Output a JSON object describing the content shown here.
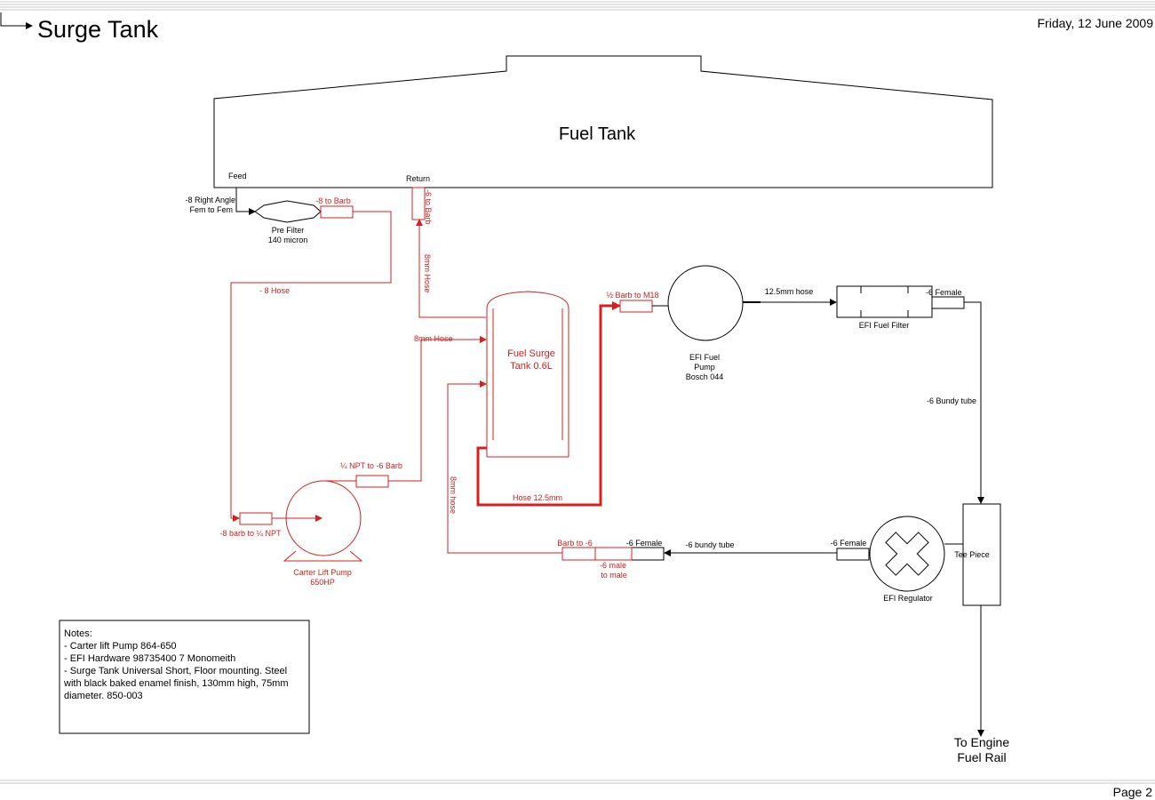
{
  "header": {
    "title": "Surge Tank",
    "date": "Friday, 12 June 2009"
  },
  "footer": {
    "page": "Page 2"
  },
  "colors": {
    "primary": "#000000",
    "accent": "#d42020"
  },
  "diagram": {
    "fuel_tank": "Fuel Tank",
    "feed": "Feed",
    "return": "Return",
    "right_angle_1": "-8 Right Angle",
    "right_angle_2": "Fem to Fem",
    "barb_8": "-8 to Barb",
    "pre_filter_1": "Pre Filter",
    "pre_filter_2": "140 micron",
    "barb_6_return": "-6 to Barb",
    "hose_8mm_return": "8mm Hose",
    "hose_8": "- 8 Hose",
    "hose_8mm_upper": "8mm Hose",
    "surge_tank_1": "Fuel Surge",
    "surge_tank_2": "Tank 0.6L",
    "barb_m18": "½ Barb to M18",
    "efi_pump_1": "EFI Fuel",
    "efi_pump_2": "Pump",
    "efi_pump_3": "Bosch 044",
    "hose_12_5mm": "12.5mm hose",
    "female_6_filter": "-6 Female",
    "efi_filter": "EFI Fuel Filter",
    "bundy_tube_6": "-6 Bundy tube",
    "npt_barb": "¼ NPT to -6 Barb",
    "hose_8mm_vertical": "8mm hose",
    "hose_12_5mm_lower": "Hose 12.5mm",
    "barb_npt": "-8 barb to ¼ NPT",
    "lift_pump_1": "Carter Lift Pump",
    "lift_pump_2": "650HP",
    "barb_to_6": "Barb to -6",
    "female_6_line": "-6 Female",
    "male_6_1": "-6 male",
    "male_6_2": "to male",
    "bundy_tube_small": "-6 bundy tube",
    "female_6_reg": "-6 Female",
    "tee_piece": "Tee Piece",
    "efi_regulator": "EFI Regulator",
    "to_engine_1": "To Engine",
    "to_engine_2": "Fuel Rail"
  },
  "notes": {
    "heading": "Notes:",
    "line1": "- Carter lift Pump 864-650",
    "line2": "- EFI Hardware 98735400 7 Monomeith",
    "line3": "- Surge Tank Universal Short, Floor mounting. Steel",
    "line4": "with black baked enamel finish, 130mm high, 75mm",
    "line5": "diameter. 850-003"
  }
}
